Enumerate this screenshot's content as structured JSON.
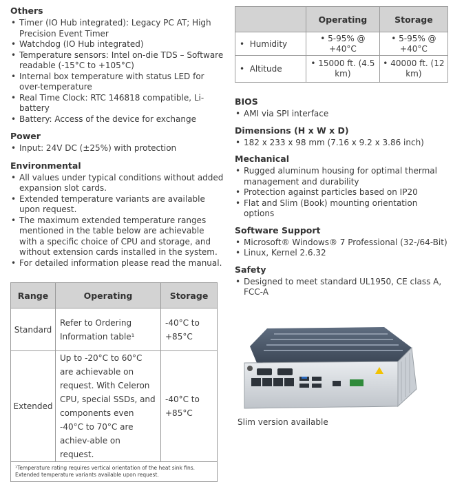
{
  "others": {
    "title": "Others",
    "items": [
      "Timer (IO Hub integrated):  Legacy PC AT; High Precision Event Timer",
      "Watchdog (IO Hub integrated)",
      "Temperature sensors:  Intel on-die TDS – Software readable (-15°C to +105°C)",
      "Internal box temperature with status LED for over-temperature",
      "Real Time Clock:  RTC 146818 compatible, Li-battery",
      "Battery:  Access of the device for exchange"
    ]
  },
  "power": {
    "title": "Power",
    "items": [
      "Input:  24V DC (±25%) with protection"
    ]
  },
  "environmental": {
    "title": "Environmental",
    "items": [
      "All values under typical conditions without added expansion slot cards.",
      "Extended temperature variants are available upon request.",
      "The maximum extended temperature ranges mentioned in the table below are achievable with a specific choice of CPU and storage, and without extension cards installed in the system.",
      "For detailed information please read the manual."
    ]
  },
  "env_table": {
    "headers": [
      "",
      "Operating",
      "Storage"
    ],
    "rows": [
      {
        "label": "Humidity",
        "operating": "5-95% @ +40°C",
        "storage": "5-95% @ +40°C"
      },
      {
        "label": "Altitude",
        "operating": "15000 ft. (4.5 km)",
        "storage": "40000 ft. (12 km)"
      }
    ]
  },
  "temp_table": {
    "headers": [
      "Range",
      "Operating",
      "Storage"
    ],
    "standard": {
      "range": "Standard",
      "operating": "Refer to Ordering Information table¹",
      "storage": "-40°C to +85°C"
    },
    "extended": {
      "range": "Extended",
      "operating": "Up to -20°C to 60°C are achievable on request. With Celeron CPU, special SSDs, and components even -40°C to 70°C are achiev-able on request.",
      "storage": "-40°C to +85°C"
    },
    "footnote_line1": "¹Temperature rating requires vertical orientation of the heat sink fins.",
    "footnote_line2": "Extended temperature variants available upon request."
  },
  "bios": {
    "title": "BIOS",
    "items": [
      "AMI via SPI interface"
    ]
  },
  "dimensions": {
    "title": "Dimensions (H x W x D)",
    "items": [
      "182 x 233 x 98 mm (7.16 x 9.2 x 3.86 inch)"
    ]
  },
  "mechanical": {
    "title": "Mechanical",
    "items": [
      "Rugged aluminum housing for optimal thermal management and durability",
      "Protection against particles based on IP20",
      "Flat and Slim (Book) mounting orientation options"
    ]
  },
  "software": {
    "title": "Software Support",
    "items": [
      "Microsoft® Windows® 7 Professional (32-/64-Bit)",
      "Linux, Kernel 2.6.32"
    ]
  },
  "safety": {
    "title": "Safety",
    "items": [
      "Designed to meet standard UL1950, CE class A, FCC-A"
    ]
  },
  "product_caption": "Slim version available",
  "colors": {
    "header_bg": "#d3d3d3",
    "border": "#9a9a9a",
    "text": "#3a3a3a"
  }
}
